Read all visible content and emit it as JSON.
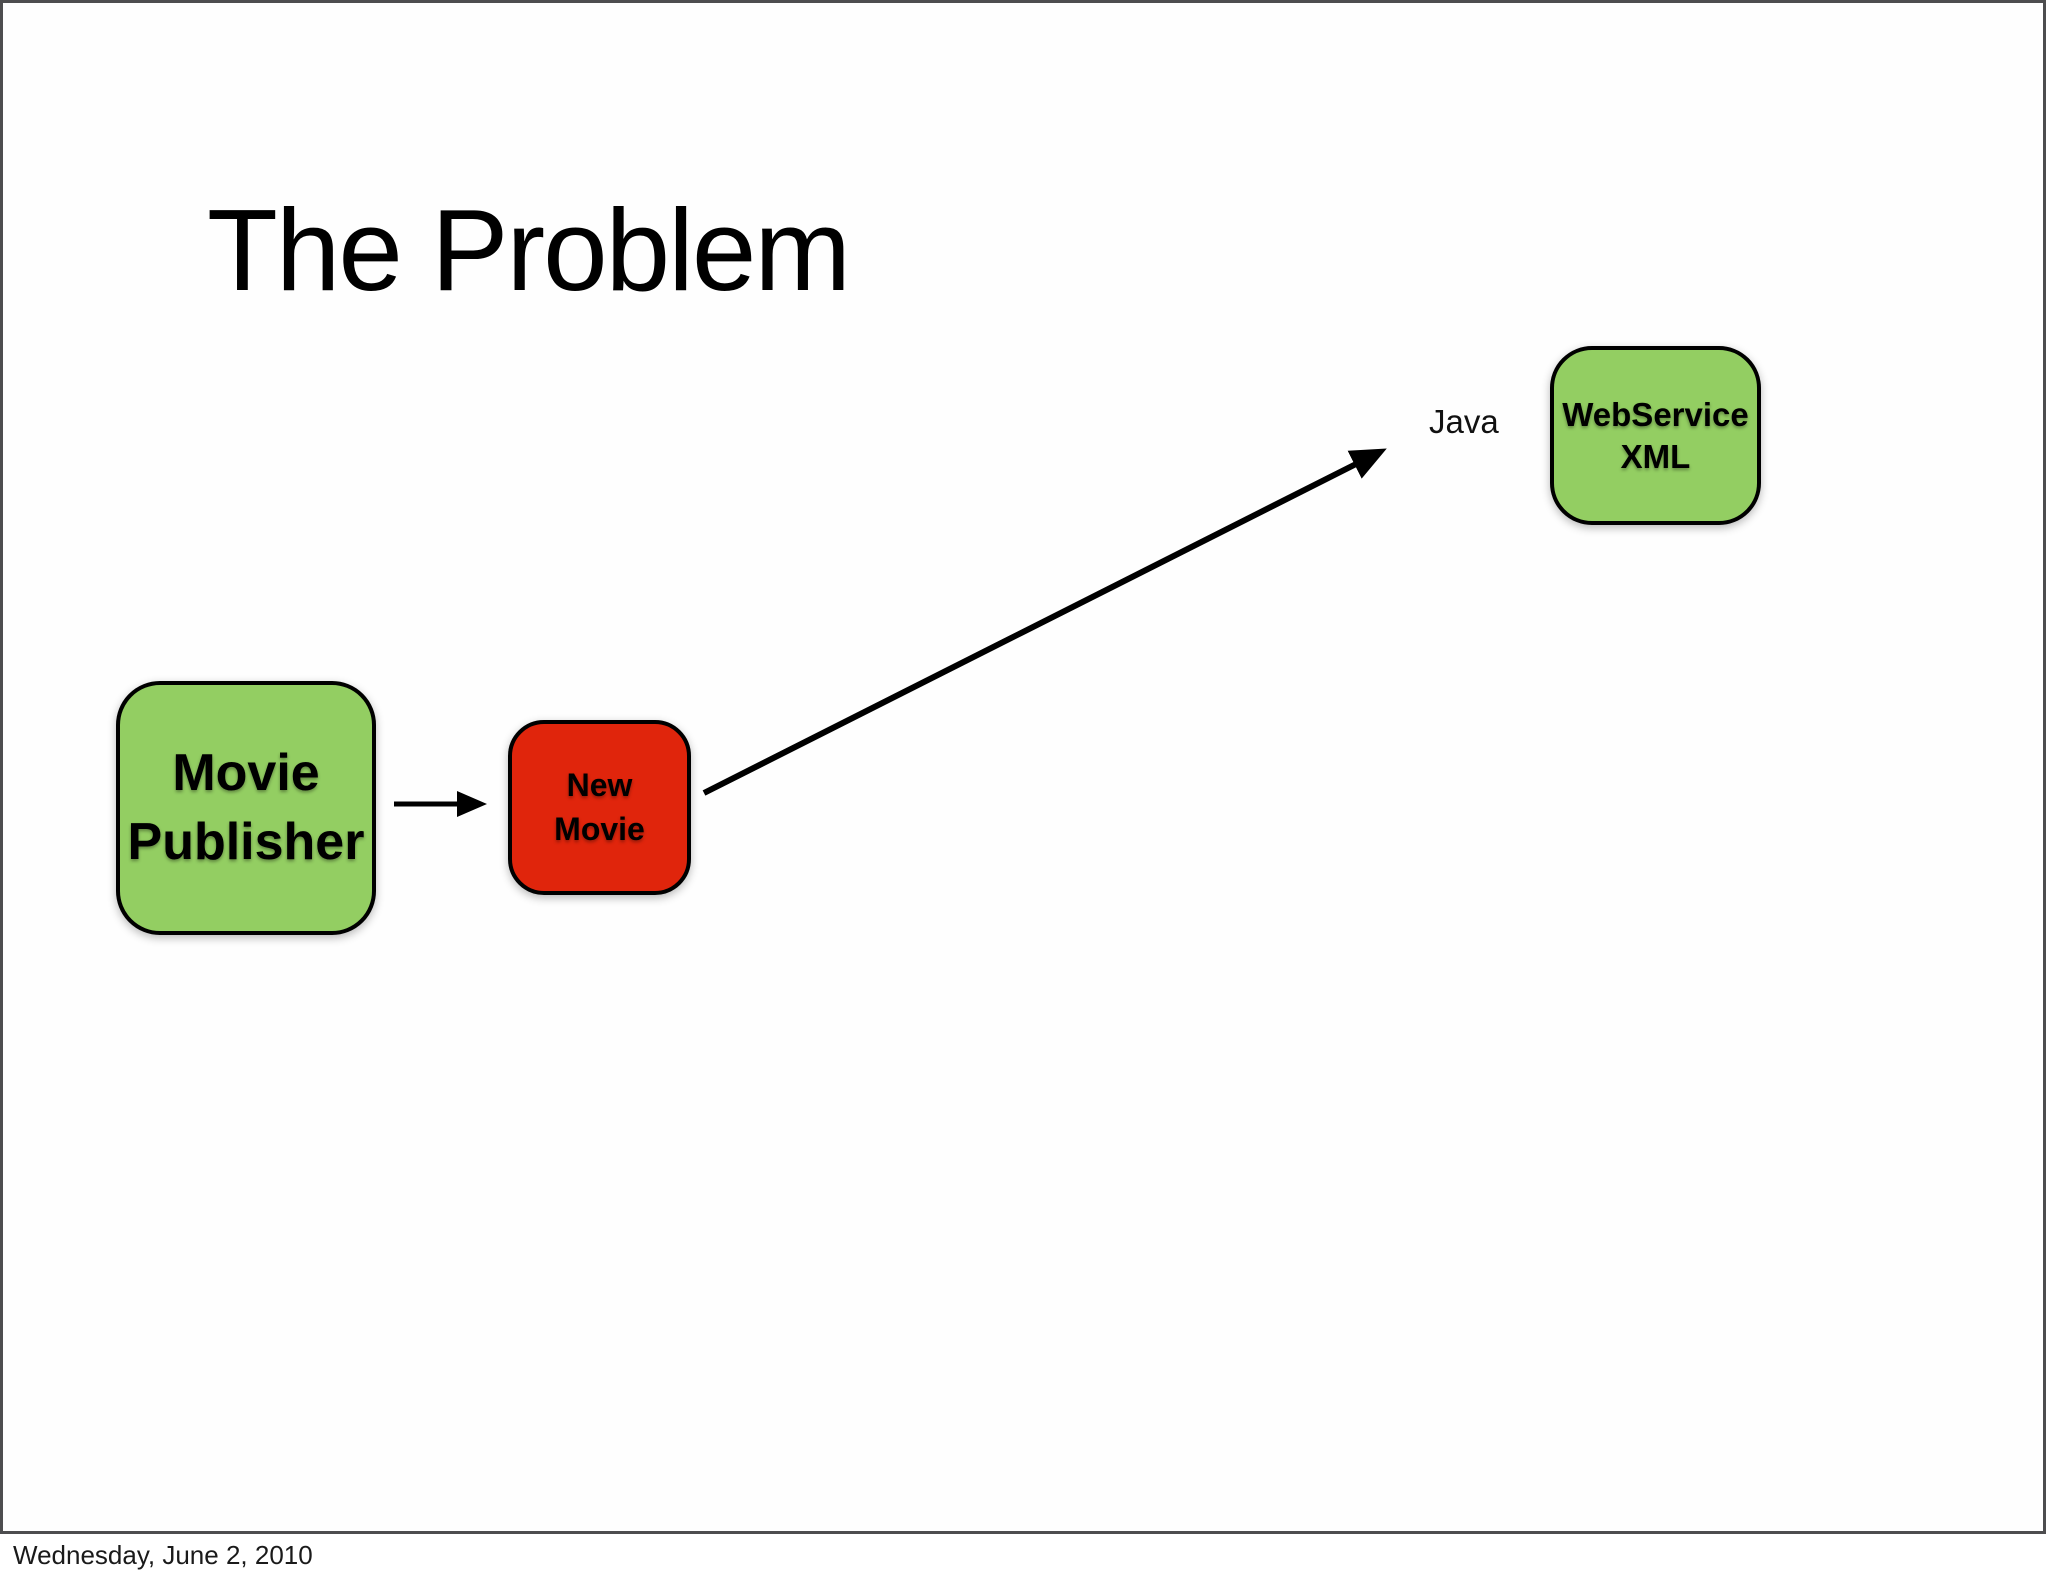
{
  "slide": {
    "title": "The Problem",
    "footer_date": "Wednesday, June 2, 2010",
    "edge_label": "Java",
    "nodes": {
      "movie_publisher": {
        "line1": "Movie",
        "line2": "Publisher"
      },
      "new_movie": {
        "line1": "New",
        "line2": "Movie"
      },
      "webservice": {
        "line1": "WebService",
        "line2": "XML"
      }
    },
    "colors": {
      "node_green": "#93ce62",
      "node_red": "#e0250c",
      "node_border": "#000000",
      "arrow": "#000000",
      "slide_border": "#4d4d4f"
    }
  }
}
